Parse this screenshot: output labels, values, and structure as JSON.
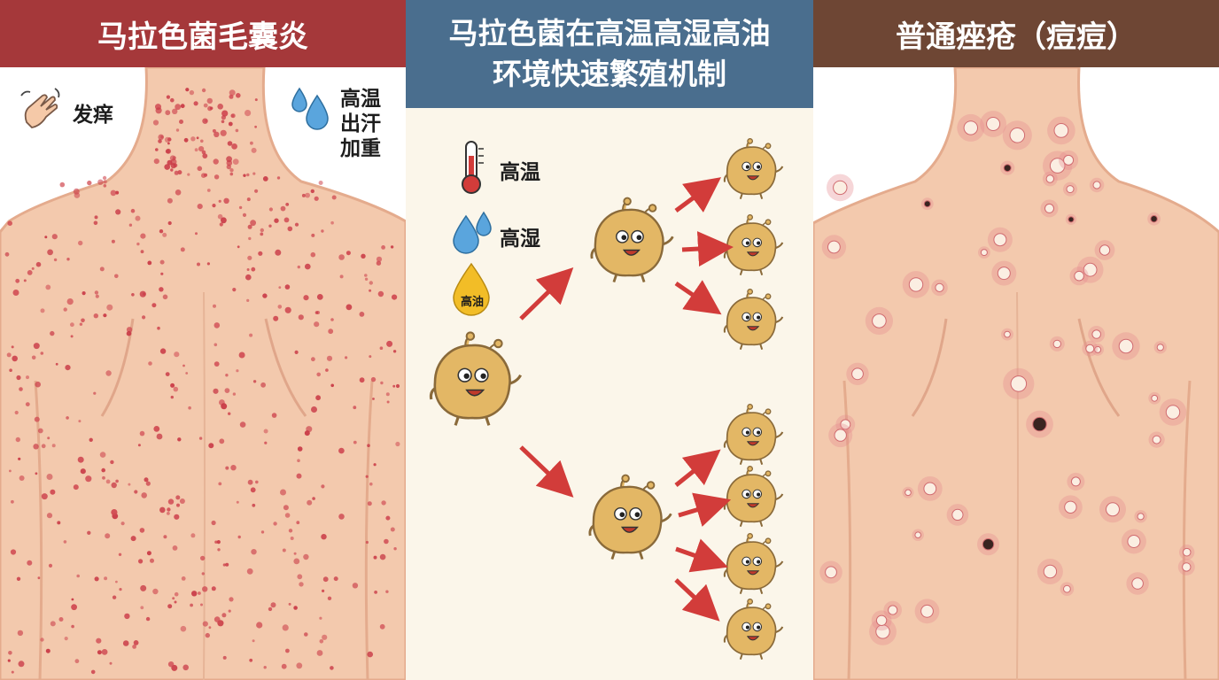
{
  "colors": {
    "left_banner": "#a5383a",
    "mid_banner": "#4a6e8e",
    "right_banner": "#6e4634",
    "skin": "#f3c9ad",
    "skin_edge": "#e4ab8d",
    "rash_dot": "#d04a52",
    "bacteria_body": "#e3b765",
    "arrow": "#d23c3a"
  },
  "left_panel": {
    "title": "马拉色菌毛囊炎",
    "itch_icon": "scratching-hand-icon",
    "itch_label": "发痒",
    "sweat_icon": "water-drops-icon",
    "sweat_lines": [
      "高温",
      "出汗",
      "加重"
    ]
  },
  "middle_panel": {
    "title_line1": "马拉色菌在高温高湿高油",
    "title_line2": "环境快速繁殖机制",
    "factors": [
      {
        "icon": "thermometer-icon",
        "label": "高温"
      },
      {
        "icon": "water-drops-icon",
        "label": "高湿"
      },
      {
        "icon": "oil-drop-icon",
        "label": "高油"
      }
    ],
    "bacteria_icon": "malassezia-cell-icon",
    "arrow_icon": "red-arrow-icon"
  },
  "right_panel": {
    "title": "普通痤疮（痘痘）"
  }
}
